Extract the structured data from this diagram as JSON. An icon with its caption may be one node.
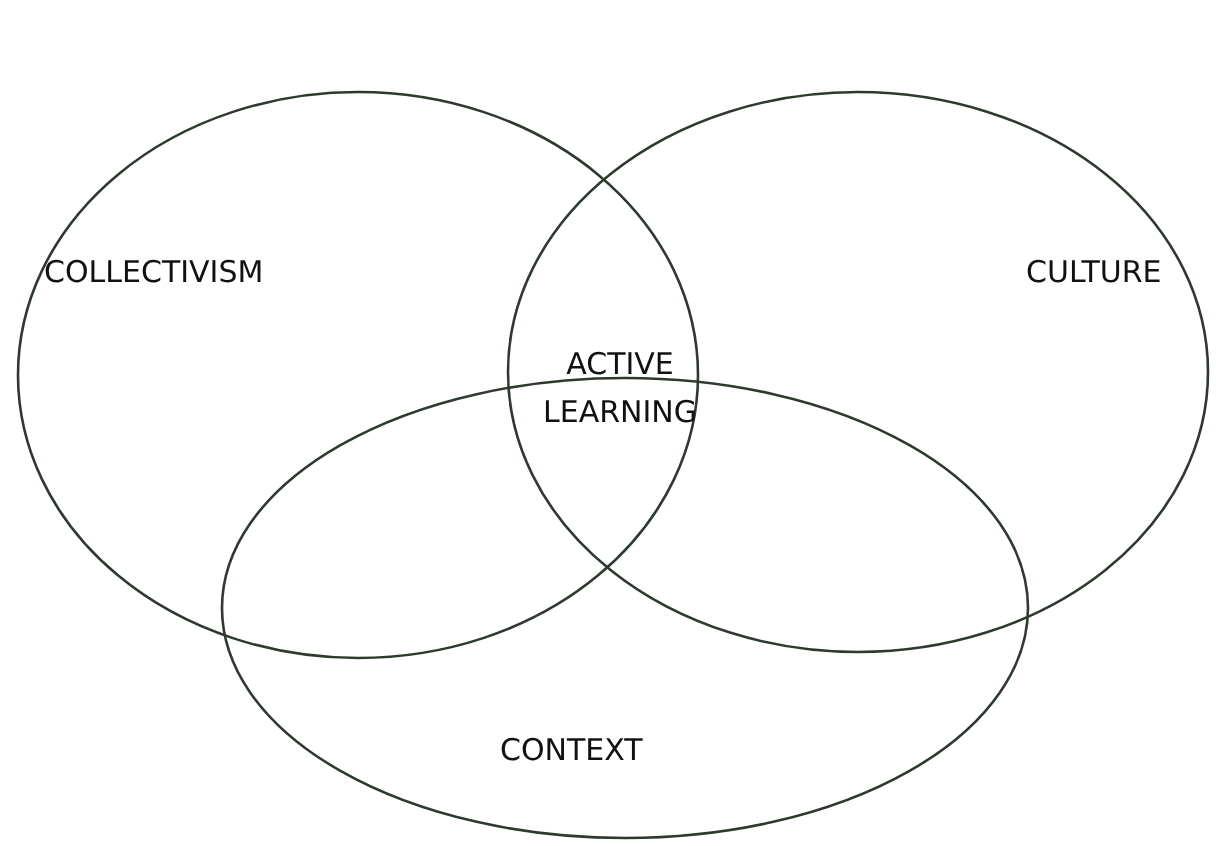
{
  "diagram": {
    "nodes": [
      {
        "text": [
          "COLLECTIVISM"
        ]
      },
      {
        "text": [
          "CULTURE"
        ]
      },
      {
        "text": [
          "CONTEXT"
        ]
      }
    ],
    "labels": [
      "ACTIVE LEARNING"
    ]
  }
}
